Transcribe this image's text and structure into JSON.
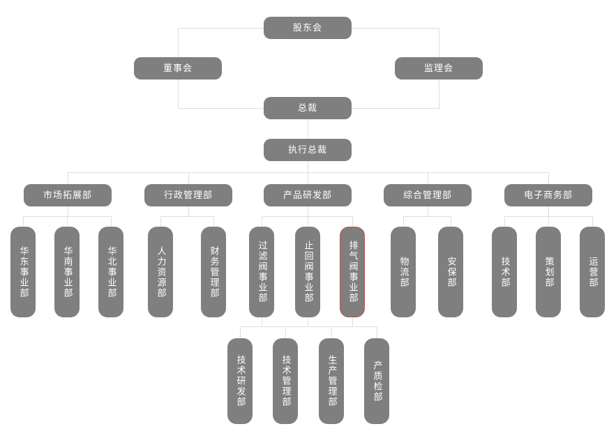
{
  "colors": {
    "background": "#ffffff",
    "node_fill": "#7f7f7f",
    "node_text": "#ffffff",
    "connector": "#dedede",
    "highlight": "#c0504d"
  },
  "org": {
    "shareholders": "股东会",
    "board": "董事会",
    "supervisory": "监理会",
    "president": "总裁",
    "executive_president": "执行总裁",
    "departments": {
      "market": {
        "label": "市场拓展部",
        "children": {
          "east": "华东事业部",
          "south": "华南事业部",
          "north": "华北事业部"
        }
      },
      "admin": {
        "label": "行政管理部",
        "children": {
          "hr": "人力资源部",
          "finance": "财务管理部"
        }
      },
      "product_rd": {
        "label": "产品研发部",
        "children": {
          "filter_valve": "过滤阀事业部",
          "check_valve": "止回阀事业部",
          "exhaust_valve": "排气阀事业部"
        },
        "grandchildren": {
          "tech_rd": "技术研发部",
          "tech_mgmt": "技术管理部",
          "prod_mgmt": "生产管理部",
          "quality": "产质检部"
        }
      },
      "general": {
        "label": "综合管理部",
        "children": {
          "logistics": "物流部",
          "security": "安保部"
        }
      },
      "ecommerce": {
        "label": "电子商务部",
        "children": {
          "tech": "技术部",
          "planning": "策划部",
          "operations": "运营部"
        }
      }
    }
  }
}
